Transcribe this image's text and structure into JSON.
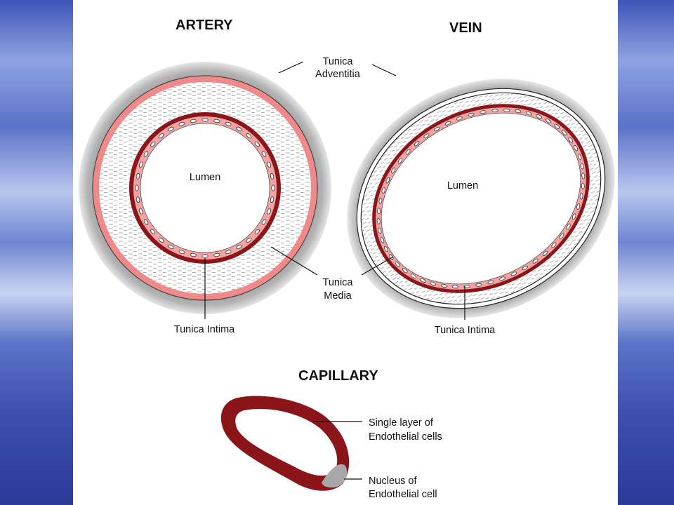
{
  "headings": {
    "artery": "ARTERY",
    "vein": "VEIN",
    "capillary": "CAPILLARY"
  },
  "labels": {
    "adventitia_line1": "Tunica",
    "adventitia_line2": "Adventitia",
    "artery_lumen": "Lumen",
    "vein_lumen": "Lumen",
    "media_line1": "Tunica",
    "media_line2": "Media",
    "artery_intima": "Tunica Intima",
    "vein_intima": "Tunica Intima",
    "endothelial_line1": "Single layer of",
    "endothelial_line2": "Endothelial cells",
    "nucleus_line1": "Nucleus of",
    "nucleus_line2": "Endothelial cell"
  },
  "colors": {
    "adventitia": "#9a9a9a",
    "media_pink": "#f08a8a",
    "intima_dark_red": "#8b1518",
    "intima_pink": "#f4a3a3",
    "capillary_wall": "#8b1518",
    "nucleus": "#a8a8a8",
    "background_blue": "#2e3a9c"
  }
}
